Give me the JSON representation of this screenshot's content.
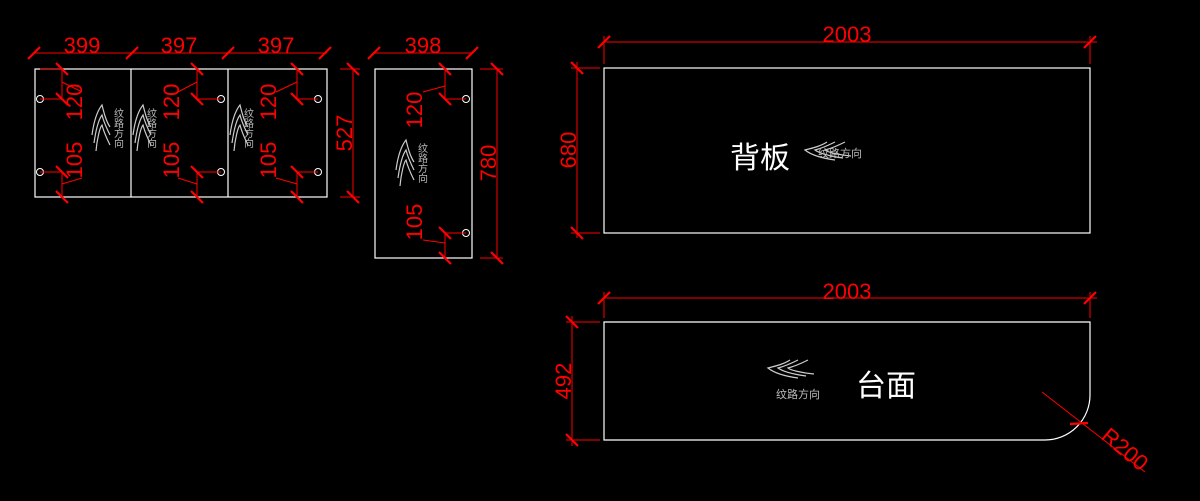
{
  "colors": {
    "background": "#000000",
    "geometry": "#ffffff",
    "dimension": "#ff0000"
  },
  "door_panels": {
    "widths": [
      "399",
      "397",
      "397"
    ],
    "height": "527",
    "hinge_top": "120",
    "hinge_bottom": "105",
    "grain_label": "纹路方向"
  },
  "side_panel": {
    "width": "398",
    "height": "780",
    "hinge_top": "120",
    "hinge_bottom": "105",
    "grain_label": "纹路方向"
  },
  "back_panel": {
    "name": "背板",
    "width": "2003",
    "height": "680",
    "grain_label": "纹路方向"
  },
  "countertop": {
    "name": "台面",
    "width": "2003",
    "height": "492",
    "radius": "R200",
    "grain_label": "纹路方向"
  }
}
